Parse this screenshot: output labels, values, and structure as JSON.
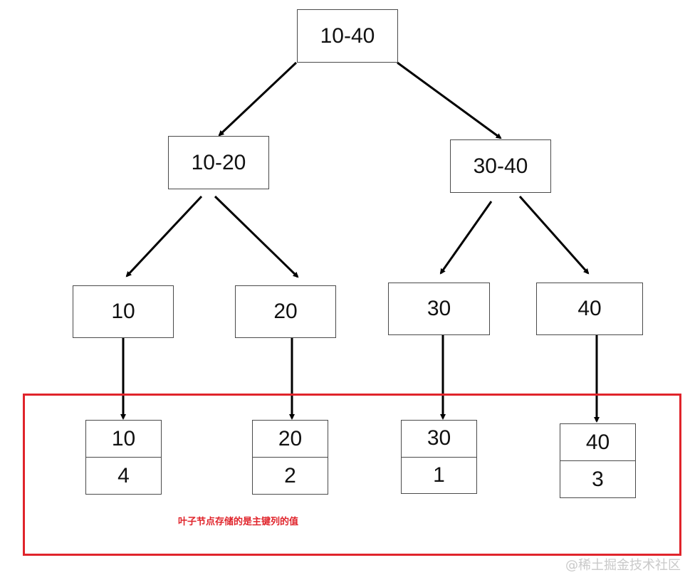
{
  "tree": {
    "root": {
      "label": "10-40"
    },
    "internal": [
      {
        "label": "10-20"
      },
      {
        "label": "30-40"
      }
    ],
    "index_nodes": [
      {
        "label": "10"
      },
      {
        "label": "20"
      },
      {
        "label": "30"
      },
      {
        "label": "40"
      }
    ],
    "leaves": [
      {
        "key": "10",
        "value": "4"
      },
      {
        "key": "20",
        "value": "2"
      },
      {
        "key": "30",
        "value": "1"
      },
      {
        "key": "40",
        "value": "3"
      }
    ]
  },
  "annotation": {
    "text": "叶子节点存储的是主键列的值",
    "color": "#e0242b"
  },
  "watermark": "@稀土掘金技术社区",
  "colors": {
    "edge": "#000000",
    "border": "#4a4a4a",
    "highlight": "#e0242b"
  }
}
